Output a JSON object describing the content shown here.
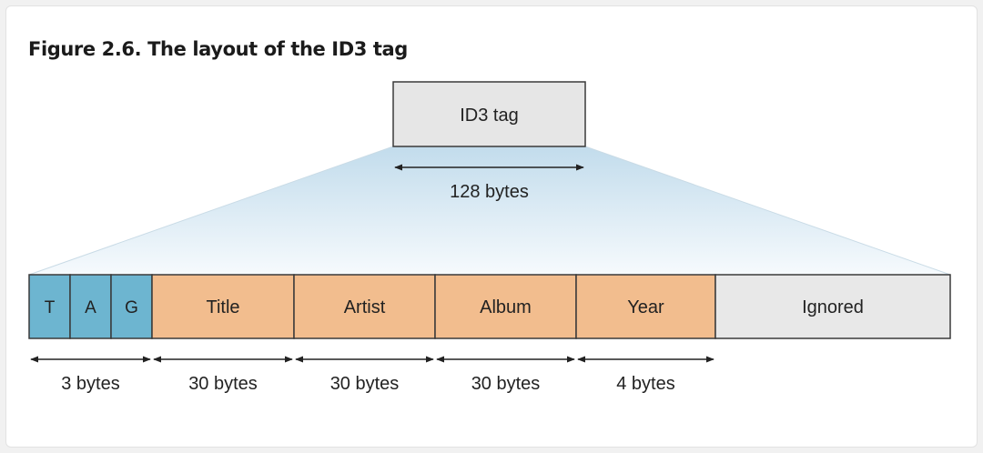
{
  "figure": {
    "caption": "Figure 2.6. The layout of the ID3 tag"
  },
  "header_block": {
    "label": "ID3 tag",
    "size_label": "128 bytes"
  },
  "fields": [
    {
      "label": "T",
      "kind": "tag"
    },
    {
      "label": "A",
      "kind": "tag"
    },
    {
      "label": "G",
      "kind": "tag"
    },
    {
      "label": "Title",
      "kind": "data"
    },
    {
      "label": "Artist",
      "kind": "data"
    },
    {
      "label": "Album",
      "kind": "data"
    },
    {
      "label": "Year",
      "kind": "data"
    },
    {
      "label": "Ignored",
      "kind": "ignored"
    }
  ],
  "size_labels": [
    "3 bytes",
    "30 bytes",
    "30 bytes",
    "30 bytes",
    "4 bytes"
  ],
  "colors": {
    "tag_fill": "#6db5d0",
    "data_fill": "#f2bd8e",
    "ignored_fill": "#e8e8e8",
    "header_fill": "#e6e6e6",
    "fan_top": "#c2dcec",
    "fan_bottom": "#f6fafd",
    "border": "#3a3a3a"
  }
}
